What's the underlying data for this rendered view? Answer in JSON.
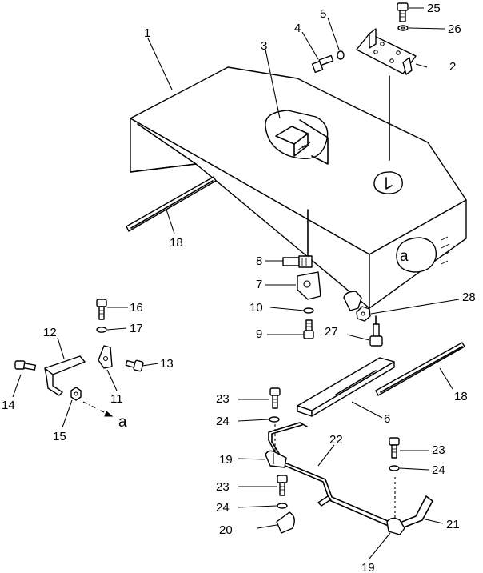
{
  "diagram": {
    "callouts": [
      {
        "id": "c1",
        "text": "1"
      },
      {
        "id": "c2",
        "text": "2"
      },
      {
        "id": "c3",
        "text": "3"
      },
      {
        "id": "c4",
        "text": "4"
      },
      {
        "id": "c5",
        "text": "5"
      },
      {
        "id": "c6",
        "text": "6"
      },
      {
        "id": "c7",
        "text": "7"
      },
      {
        "id": "c8",
        "text": "8"
      },
      {
        "id": "c9",
        "text": "9"
      },
      {
        "id": "c10",
        "text": "10"
      },
      {
        "id": "c11",
        "text": "11"
      },
      {
        "id": "c12",
        "text": "12"
      },
      {
        "id": "c13",
        "text": "13"
      },
      {
        "id": "c14",
        "text": "14"
      },
      {
        "id": "c15",
        "text": "15"
      },
      {
        "id": "c16",
        "text": "16"
      },
      {
        "id": "c17",
        "text": "17"
      },
      {
        "id": "c18a",
        "text": "18"
      },
      {
        "id": "c18b",
        "text": "18"
      },
      {
        "id": "c19a",
        "text": "19"
      },
      {
        "id": "c19b",
        "text": "19"
      },
      {
        "id": "c20",
        "text": "20"
      },
      {
        "id": "c21",
        "text": "21"
      },
      {
        "id": "c22",
        "text": "22"
      },
      {
        "id": "c23a",
        "text": "23"
      },
      {
        "id": "c23b",
        "text": "23"
      },
      {
        "id": "c23c",
        "text": "23"
      },
      {
        "id": "c24a",
        "text": "24"
      },
      {
        "id": "c24b",
        "text": "24"
      },
      {
        "id": "c24c",
        "text": "24"
      },
      {
        "id": "c25",
        "text": "25"
      },
      {
        "id": "c26",
        "text": "26"
      },
      {
        "id": "c27",
        "text": "27"
      },
      {
        "id": "c28",
        "text": "28"
      }
    ],
    "references": [
      {
        "id": "ra1",
        "text": "a"
      },
      {
        "id": "ra2",
        "text": "a"
      }
    ]
  }
}
